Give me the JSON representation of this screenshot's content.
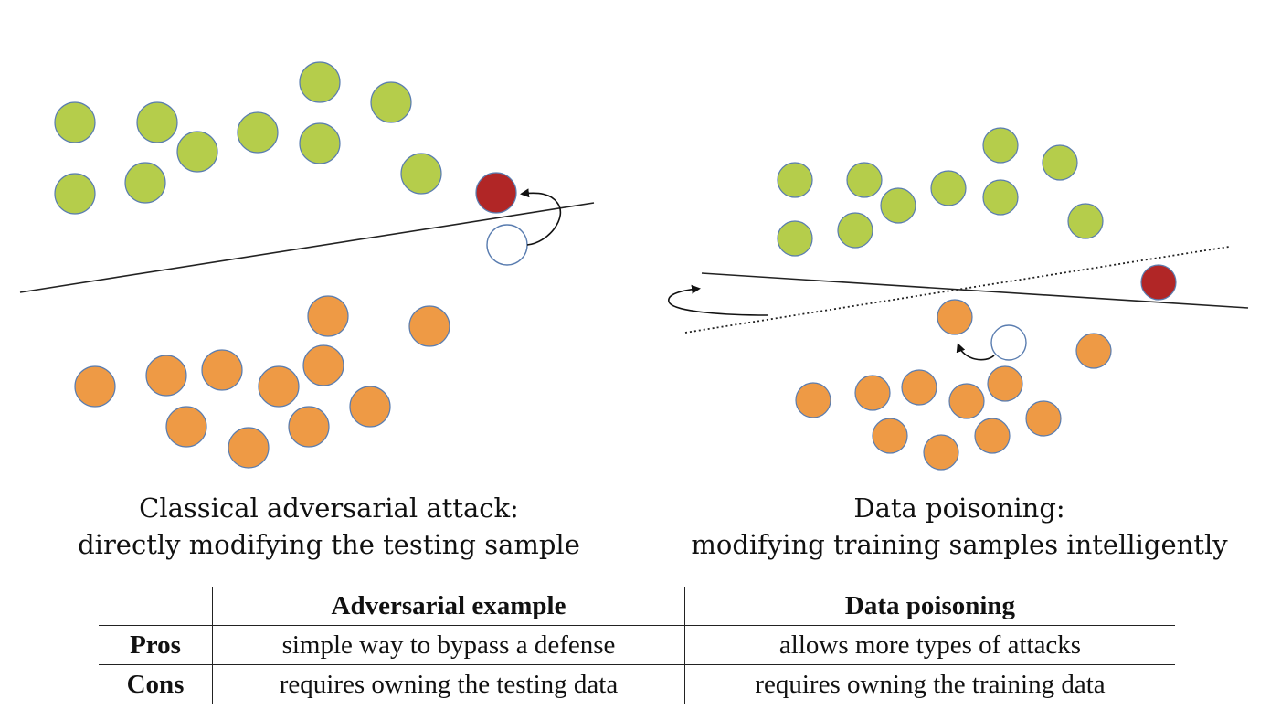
{
  "colors": {
    "class_a": "#b5cd4b",
    "class_b": "#ee9a45",
    "adversarial": "#b12626",
    "original_sample": "#ffffff",
    "outline": "#5a7db0",
    "line": "#222222"
  },
  "panels": [
    {
      "id": "left",
      "caption_line1": "Classical adversarial attack:",
      "caption_line2": "directly modifying the testing sample",
      "class_a_count": 11,
      "class_b_count": 12
    },
    {
      "id": "right",
      "caption_line1": "Data poisoning:",
      "caption_line2": "modifying training samples intelligently",
      "class_a_count": 11,
      "class_b_count": 12
    }
  ],
  "table": {
    "headers": [
      "",
      "Adversarial example",
      "Data poisoning"
    ],
    "rows": [
      {
        "label": "Pros",
        "adversarial": "simple way to bypass a defense",
        "poisoning": "allows more types of attacks"
      },
      {
        "label": "Cons",
        "adversarial": "requires owning the testing data",
        "poisoning": "requires owning the training data"
      }
    ]
  }
}
